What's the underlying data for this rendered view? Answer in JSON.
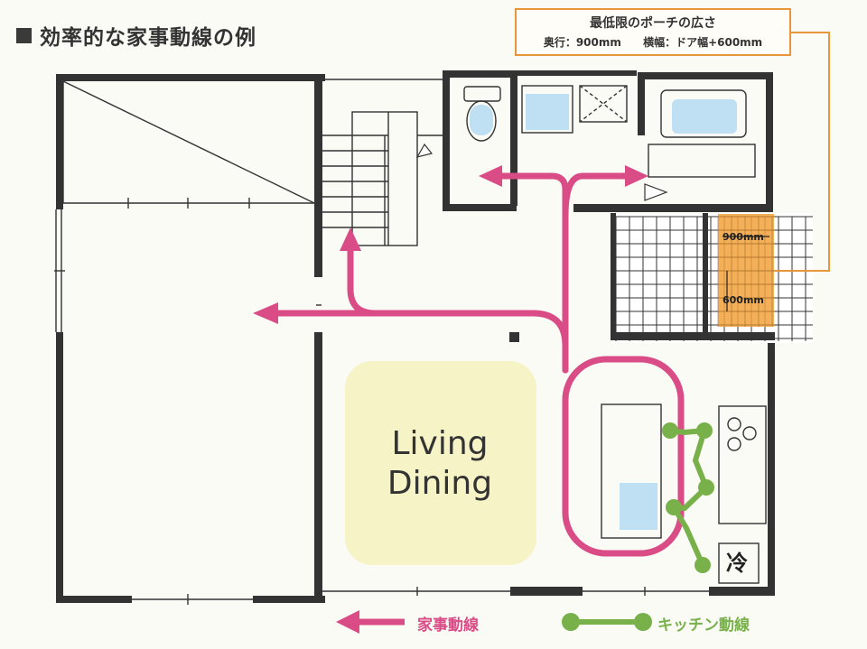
{
  "title": "効率的な家事動線の例",
  "callout": {
    "title": "最低限のポーチの広さ",
    "depth": "奥行：900mm",
    "width": "横幅：ドア幅+600mm"
  },
  "dimensions": {
    "width_label": "900mm",
    "depth_label": "600mm"
  },
  "room": {
    "living_dining_line1": "Living",
    "living_dining_line2": "Dining",
    "fridge": "冷"
  },
  "legend": {
    "housework_line": "家事動線",
    "kitchen_line": "キッチン動線"
  },
  "colors": {
    "housework": "#d94c86",
    "kitchen": "#78b04a",
    "porch": "#f2a23c",
    "callout_border": "#e8963c",
    "living_area": "#f6f3c7",
    "wall": "#333333"
  }
}
